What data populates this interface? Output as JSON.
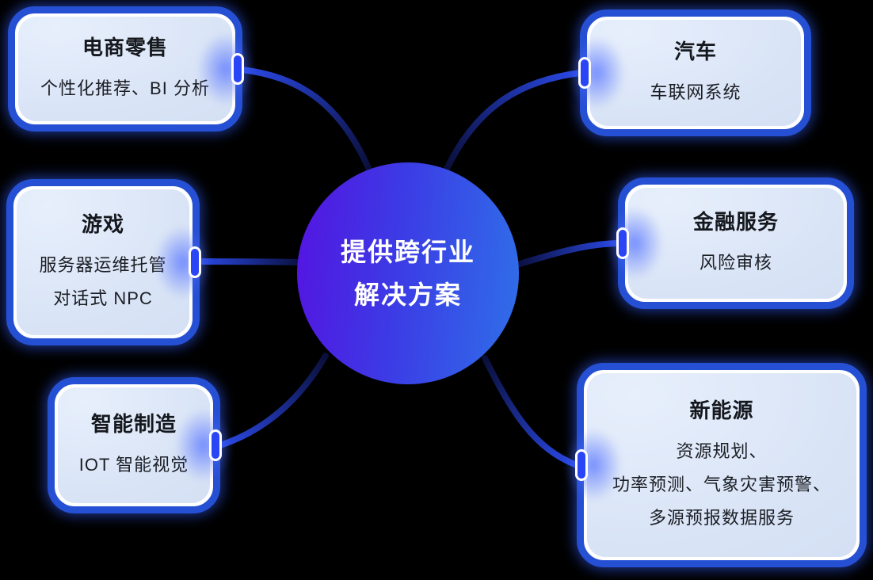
{
  "diagram_type": "hub-and-spoke",
  "center_node": {
    "lines": [
      "提供跨行业",
      "解决方案"
    ]
  },
  "nodes": [
    {
      "id": "ecommerce-retail",
      "title": "电商零售",
      "lines": [
        "个性化推荐、BI 分析"
      ],
      "side": "left"
    },
    {
      "id": "gaming",
      "title": "游戏",
      "lines": [
        "服务器运维托管",
        "对话式 NPC"
      ],
      "side": "left"
    },
    {
      "id": "smart-manufacturing",
      "title": "智能制造",
      "lines": [
        "IOT 智能视觉"
      ],
      "side": "left"
    },
    {
      "id": "automotive",
      "title": "汽车",
      "lines": [
        "车联网系统"
      ],
      "side": "right"
    },
    {
      "id": "financial-services",
      "title": "金融服务",
      "lines": [
        "风险审核"
      ],
      "side": "right"
    },
    {
      "id": "new-energy",
      "title": "新能源",
      "lines": [
        "资源规划、",
        "功率预测、气象灾害预警、",
        "多源预报数据服务"
      ],
      "side": "right"
    }
  ],
  "connections": [
    {
      "from": "center",
      "to": "ecommerce-retail"
    },
    {
      "from": "center",
      "to": "gaming"
    },
    {
      "from": "center",
      "to": "smart-manufacturing"
    },
    {
      "from": "center",
      "to": "automotive"
    },
    {
      "from": "center",
      "to": "financial-services"
    },
    {
      "from": "center",
      "to": "new-energy"
    }
  ],
  "colors": {
    "background": "#000000",
    "box_border": "#2650D4",
    "box_inner_ring": "#FFFFFF",
    "box_fill_light": "#E7EFFC",
    "box_fill_dark": "#D2DEF3",
    "box_glow": "#2B50D8",
    "tab_fill": "#2A45F5",
    "tab_border": "#FFFFFF",
    "link_bright": "#2B49E6",
    "link_dark": "#0A0F3A",
    "circle_gradient_start": "#5414E1",
    "circle_gradient_end": "#2F6FE9",
    "text_dark": "#15181D",
    "text_light": "#FFFFFF"
  }
}
